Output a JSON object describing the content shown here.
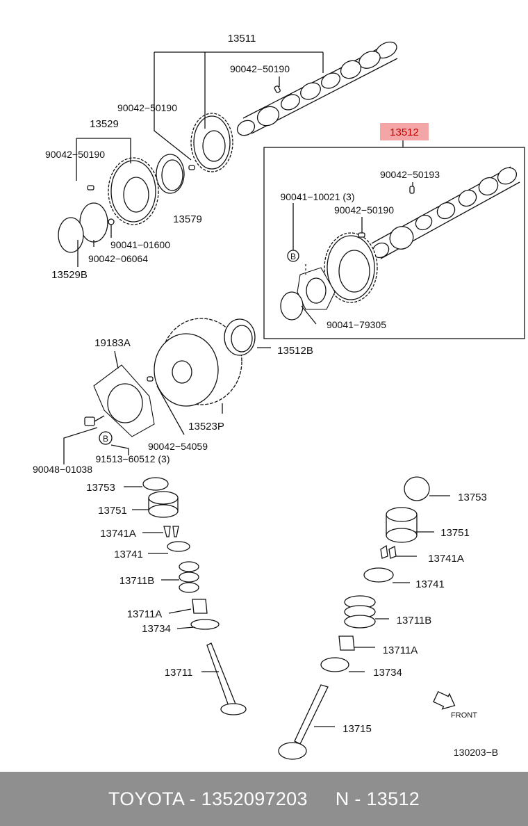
{
  "labels": {
    "p13511": "13511",
    "p90042_50190_top": "90042−50190",
    "p90042_50190_left": "90042−50190",
    "p13512": "13512",
    "p13529": "13529",
    "p90042_50190_l2": "90042−50190",
    "p90042_50193": "90042−50193",
    "p90041_10021": "90041−10021 (3)",
    "p90042_50190_box": "90042−50190",
    "p13579": "13579",
    "p90041_01600": "90041−01600",
    "p90042_06064": "90042−06064",
    "p13529B": "13529B",
    "p90041_79305": "90041−79305",
    "p19183A": "19183A",
    "p13512B": "13512B",
    "p13523P": "13523P",
    "p90042_54059": "90042−54059",
    "p91513_60512": "91513−60512 (3)",
    "p90048_01038": "90048−01038",
    "p13753_l": "13753",
    "p13751_l": "13751",
    "p13741A_l": "13741A",
    "p13741_l": "13741",
    "p13711B_l": "13711B",
    "p13711A_l": "13711A",
    "p13734_l": "13734",
    "p13711": "13711",
    "p13753_r": "13753",
    "p13751_r": "13751",
    "p13741A_r": "13741A",
    "p13741_r": "13741",
    "p13711B_r": "13711B",
    "p13711A_r": "13711A",
    "p13734_r": "13734",
    "p13715": "13715",
    "front": "FRONT",
    "code": "130203−B",
    "b_marker": "B"
  },
  "footer": {
    "brand_part": "TOYOTA - 1352097203",
    "ref": "N - 13512"
  },
  "colors": {
    "highlight": "#f4a6a6",
    "highlight_text": "#c00000",
    "footer_bg": "#8f8f8f"
  }
}
